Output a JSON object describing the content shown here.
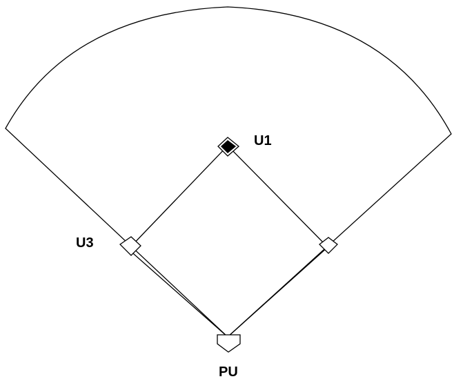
{
  "field": {
    "line_color": "#000000",
    "background": "#ffffff",
    "second_base_fill": "#000000"
  },
  "labels": {
    "u1": "U1",
    "u3": "U3",
    "pu": "PU"
  }
}
